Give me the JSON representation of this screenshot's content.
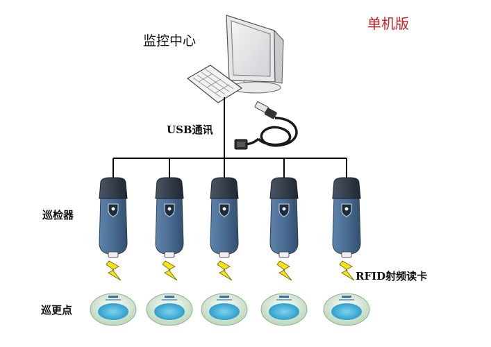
{
  "diagram": {
    "title": "单机版",
    "center_label": "监控中心",
    "usb_label": "USB通讯",
    "device_label": "巡检器",
    "checkpoint_label": "巡更点",
    "rfid_label": "RFID射频读卡",
    "device_count": 5,
    "colors": {
      "title": "#cc2222",
      "device_body": "#4b6d93",
      "device_top": "#2e3a48",
      "checkpoint_base": "#c9e3c7",
      "checkpoint_center": "#2aa7d4",
      "lightning": "#f6e21a",
      "wire": "#000000"
    }
  }
}
